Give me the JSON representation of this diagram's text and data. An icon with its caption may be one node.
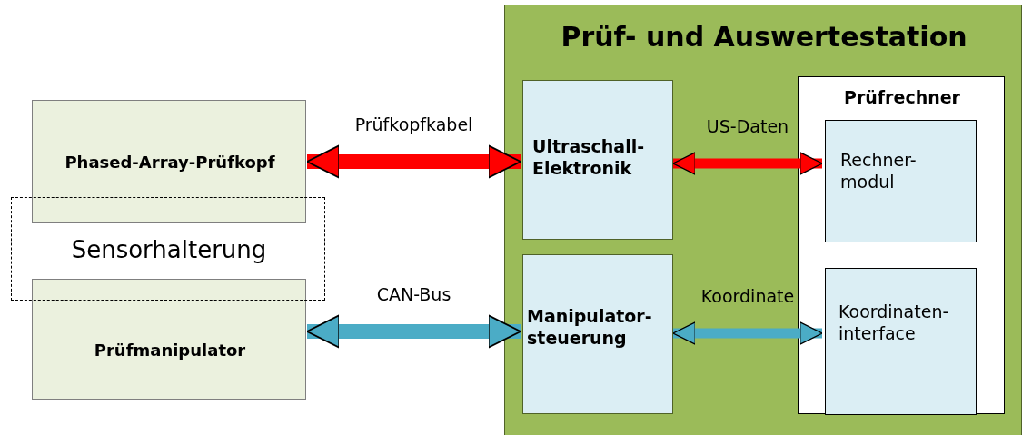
{
  "diagram": {
    "nodes": [
      {
        "text": [
          "Phased-Array-Prüfkopf"
        ]
      },
      {
        "text": [
          "Sensorhalterung"
        ]
      },
      {
        "text": [
          "Prüfmanipulator"
        ]
      },
      {
        "text": [
          "Prüf- und Auswertestation"
        ]
      },
      {
        "text": [
          "Ultraschall-Elektronik"
        ],
        "in": 3
      },
      {
        "text": [
          "Manipulator-steuerung"
        ],
        "in": 3
      },
      {
        "text": [
          "Prüfrechner"
        ],
        "in": 3
      },
      {
        "text": [
          "Rechner-modul"
        ],
        "in": 6
      },
      {
        "text": [
          "Koordinaten-interface"
        ],
        "in": 6
      }
    ],
    "edges": [
      {
        "from": 0,
        "to": 4,
        "arrow": "both",
        "label": "Prüfkopfkabel",
        "color": "#ff0000"
      },
      {
        "from": 4,
        "to": 7,
        "arrow": "both",
        "label": "US-Daten",
        "color": "#ff0000"
      },
      {
        "from": 2,
        "to": 5,
        "arrow": "both",
        "label": "CAN-Bus",
        "color": "#4bacc6"
      },
      {
        "from": 5,
        "to": 8,
        "arrow": "both",
        "label": "Koordinate",
        "color": "#4bacc6"
      }
    ]
  }
}
